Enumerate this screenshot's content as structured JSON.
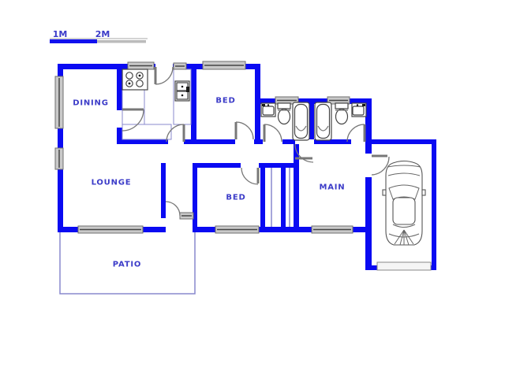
{
  "drawing": {
    "type": "floor-plan",
    "units_shown": "meters"
  },
  "scale_bar": {
    "segment_1_label": "1M",
    "segment_2_label": "2M"
  },
  "room_labels": {
    "dining": "DINING",
    "bed_top": "BED",
    "lounge": "LOUNGE",
    "bed_middle": "BED",
    "main": "MAIN",
    "patio": "PATIO"
  },
  "fixtures": {
    "kitchen": [
      "stove-icon",
      "double-sink-icon",
      "counter-outline"
    ],
    "bathroom_1": [
      "basin-icon",
      "toilet-icon",
      "bathtub-icon"
    ],
    "bathroom_2": [
      "bathtub-icon",
      "toilet-icon",
      "basin-icon"
    ],
    "garage": [
      "car-icon",
      "garage-door"
    ]
  },
  "colors": {
    "wall": "#0a0af2",
    "thin_line": "#8888ce",
    "label_text": "#3b3bc8",
    "window_fill": "#c9c9c9",
    "window_border": "#6e6e6e",
    "door_arc": "#787878",
    "fixture_stroke": "#444444",
    "scale_blue": "#1111ee",
    "scale_gray": "#bbbbbb",
    "background": "#ffffff"
  }
}
